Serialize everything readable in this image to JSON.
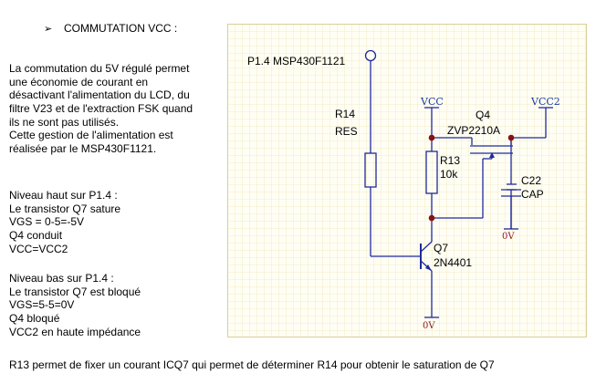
{
  "heading": {
    "bullet": "➢",
    "text": "COMMUTATION VCC :"
  },
  "intro_lines": [
    "La commutation du 5V régulé permet",
    "une économie de courant en",
    "désactivant l'alimentation du LCD, du",
    "filtre V23 et de l'extraction FSK quand",
    "ils ne sont pas utilisés.",
    "Cette gestion de l'alimentation est",
    "réalisée par le MSP430F1121."
  ],
  "high_lines": [
    "Niveau haut sur P1.4 :",
    "Le transistor Q7 sature",
    "VGS = 0-5=-5V",
    "Q4 conduit",
    "VCC=VCC2"
  ],
  "low_lines": [
    "Niveau bas sur P1.4 :",
    "Le transistor Q7 est bloqué",
    "VGS=5-5=0V",
    "Q4 bloqué",
    "VCC2 en haute impédance"
  ],
  "footer": "R13 permet de fixer un courant ICQ7 qui permet de déterminer R14 pour obtenir le saturation de Q7",
  "schematic": {
    "port_label": "P1.4 MSP430F1121",
    "r14_ref": "R14",
    "r14_value": "RES",
    "vcc": "VCC",
    "vcc2": "VCC2",
    "q4_ref": "Q4",
    "q4_part": "ZVP2210A",
    "r13_ref": "R13",
    "r13_value": "10k",
    "c22_ref": "C22",
    "c22_value": "CAP",
    "q7_ref": "Q7",
    "q7_part": "2N4401",
    "gnd_label": "0V",
    "colors": {
      "grid": "#efe6b8",
      "wire": "#1f2a9c",
      "junction": "#8b1010",
      "component": "#1f2a9c"
    }
  }
}
